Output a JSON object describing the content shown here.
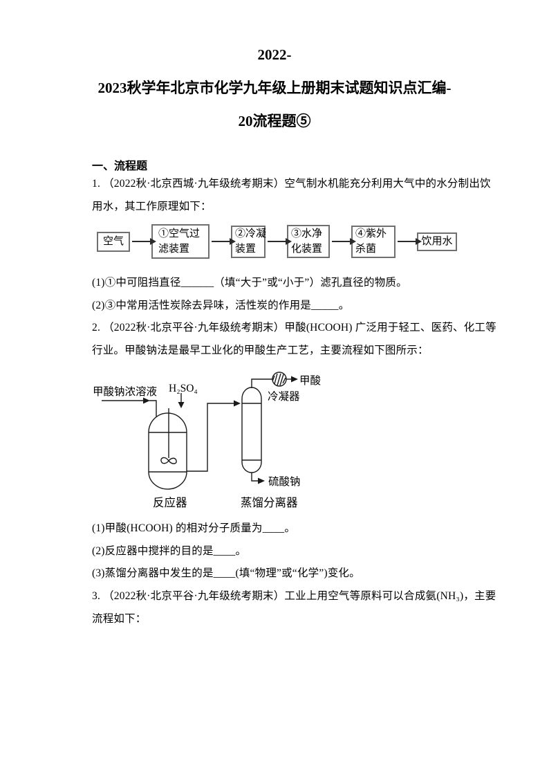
{
  "document": {
    "title_lines": [
      "2022-",
      "2023秋学年北京市化学九年级上册期末试题知识点汇编-",
      "20流程题⑤"
    ],
    "section_heading": "一、流程题"
  },
  "question1": {
    "stem_lines": [
      "1. （2022秋·北京西城·九年级统考期末）空气制水机能充分利用大气中的水分制出饮",
      "用水，其工作原理如下："
    ],
    "flowchart": {
      "nodes": [
        {
          "lines": [
            "空气"
          ]
        },
        {
          "lines": [
            "①空气过",
            "滤装置"
          ]
        },
        {
          "lines": [
            "②冷凝",
            "装置"
          ]
        },
        {
          "lines": [
            "③水净",
            "化装置"
          ]
        },
        {
          "lines": [
            "④紫外",
            "杀菌"
          ]
        },
        {
          "lines": [
            "饮用水"
          ]
        }
      ]
    },
    "parts": [
      "(1)①中可阻挡直径______（填“大于”或“小于”）滤孔直径的物质。",
      "(2)③中常用活性炭除去异味，活性炭的作用是_____。"
    ]
  },
  "question2": {
    "stem_lines": [
      "2. （2022秋·北京平谷·九年级统考期末）甲酸(HCOOH) 广泛用于轻工、医药、化工等",
      "行业。甲酸钠法是最早工业化的甲酸生产工艺，主要流程如下图所示："
    ],
    "diagram": {
      "feed_label": "甲酸钠浓溶液",
      "reagent_label": "H₂SO₄",
      "reactor_label": "反应器",
      "column_label": "蒸馏分离器",
      "condenser_label": "冷凝器",
      "product_label": "甲酸",
      "byproduct_label": "硫酸钠"
    },
    "parts": [
      "(1)甲酸(HCOOH) 的相对分子质量为____。",
      "(2)反应器中搅拌的目的是____。",
      "(3)蒸馏分离器中发生的是____(填“物理”或“化学”)变化。"
    ]
  },
  "question3": {
    "stem_lines": [
      "3. （2022秋·北京平谷·九年级统考期末）工业上用空气等原料可以合成氨(NH₃)，主要",
      "流程如下："
    ]
  }
}
